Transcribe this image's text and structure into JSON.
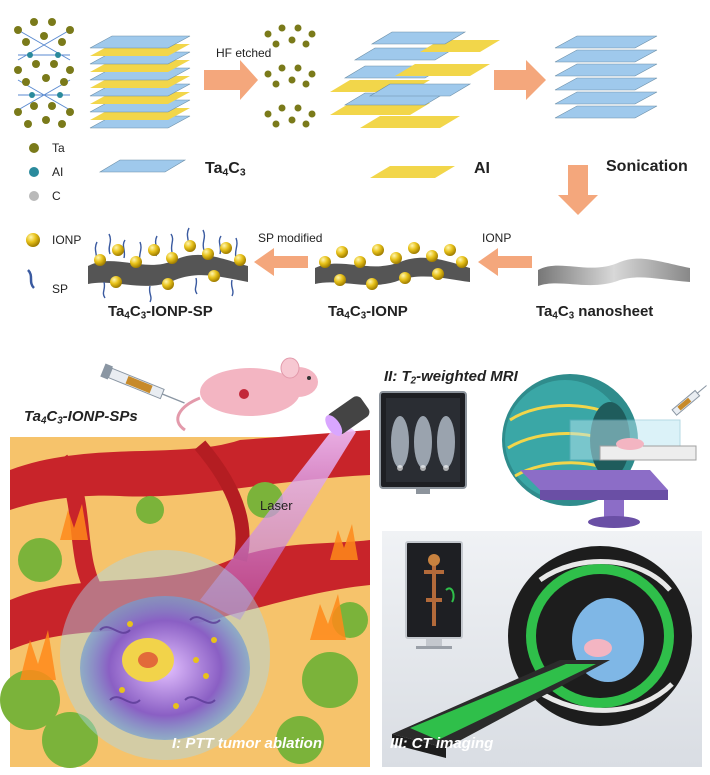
{
  "colors": {
    "ta4c3_layer": "#9fc9ec",
    "al_layer": "#f2d64a",
    "arrow": "#f4a77c",
    "ionp": "#e8c21a",
    "sheet": "#5b5b5b",
    "vessel": "#c8242a",
    "tumor": "#7bb33a",
    "scanner_ring": "#2f8c8c",
    "ct_ring": "#1d1d1d",
    "ct_accent": "#2fbf4a",
    "laser": "#c57be0"
  },
  "legend": [
    {
      "symbol": "Ta",
      "label": "Ta",
      "color": "#7a7a1a"
    },
    {
      "symbol": "Al",
      "label": "AI",
      "color": "#2a8a9c"
    },
    {
      "symbol": "C",
      "label": "C",
      "color": "#b9b9b9"
    },
    {
      "symbol": "IONP",
      "label": "IONP",
      "color": "#e8c21a"
    },
    {
      "symbol": "SP",
      "label": "SP",
      "color": "#3a5aa0"
    }
  ],
  "synthesis": {
    "step_hf": "HF etched",
    "step_sp": "SP modified",
    "step_ionp": "IONP",
    "label_ta4c3": {
      "base": "Ta",
      "s1": "4",
      "mid": "C",
      "s2": "3",
      "tail": ""
    },
    "label_al": "AI",
    "label_sonication": "Sonication",
    "label_nanosheet": {
      "base": "Ta",
      "s1": "4",
      "mid": "C",
      "s2": "3",
      "tail": " nanosheet"
    },
    "label_ionp_composite": {
      "base": "Ta",
      "s1": "4",
      "mid": "C",
      "s2": "3",
      "tail": "-IONP"
    },
    "label_sp_composite": {
      "base": "Ta",
      "s1": "4",
      "mid": "C",
      "s2": "3",
      "tail": "-IONP-SP"
    }
  },
  "application": {
    "agent_label": {
      "base": "Ta",
      "s1": "4",
      "mid": "C",
      "s2": "3",
      "tail": "-IONP-SPs"
    },
    "laser_label": "Laser",
    "panel_mri": {
      "pre": "II: T",
      "sub": "2",
      "post": "-weighted MRI"
    },
    "panel_ptt": "I: PTT tumor ablation",
    "panel_ct": "III: CT imaging"
  }
}
